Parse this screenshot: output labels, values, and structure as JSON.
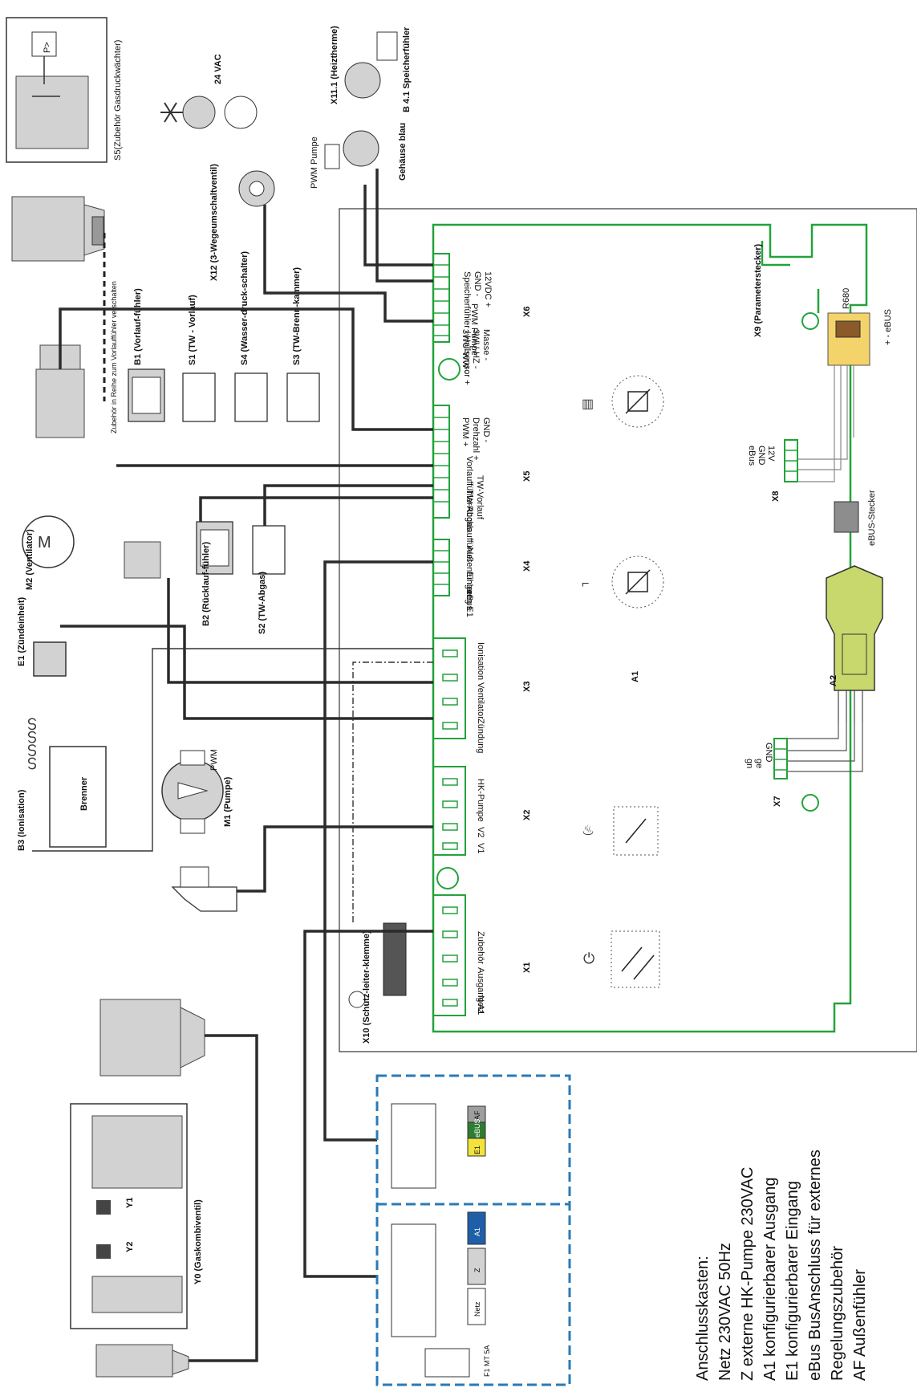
{
  "legend": {
    "title": "Anschlusskasten:",
    "lines": [
      "Netz   230VAC 50Hz",
      "Z  externe HK-Pumpe 230VAC",
      "A1  konfigurierbarer Ausgang",
      "E1  konfigurierbarer Eingang",
      "eBus  BusAnschluss für externes",
      "   Regelungszubehör",
      "AF   Außenfühler"
    ]
  },
  "components": {
    "s5": "S5(Zubehör Gasdruckwächter)",
    "s5_symbol": "P>",
    "valve24": "24 VAC",
    "x12": "X12  (3-Wegeumschaltventil)",
    "x11": "X11.1 (Heiztherme)",
    "b41": "B 4.1 Speicherfühler",
    "pwm_pump": "PWM Pumpe",
    "gehaeuse": "Gehäuse blau",
    "x9": "X9 (Parameterstecker)",
    "r680": "R680",
    "ebus_plug": "eBUS-Stecker",
    "ebus_pm": "+ -  eBUS",
    "b1": "B1 (Vorlauf-fühler)",
    "s1": "S1 (TW - Vorlauf)",
    "s4": "S4 (Wasser-druck-schalter)",
    "s3": "S3 (TW-Brenn-kammer)",
    "zubehoer": "Zubehör in Reihe zum Vorlauffühler verschalten",
    "m2": "M2 (Ventilator)",
    "e1": "E1 (Zündeinheit)",
    "b3": "B3 (Ionisation)",
    "brenner": "Brenner",
    "m1": "M1 (Pumpe)",
    "m1_pwm": "PWM",
    "b2": "B2 (Rücklauf-fühler)",
    "s2": "S2 (TW-Abgas)",
    "y0": "Y0 (Gaskombiventil)",
    "y1": "Y1",
    "y2": "Y2",
    "x10": "X10 (Schutz-leiter-klemme)",
    "a1": "A1",
    "a2": "A2",
    "f1": "F1 MT 5A"
  },
  "connectors": {
    "x6": "X6",
    "x6_pins": [
      "12VDC +",
      "GND -",
      "Speicherfühler / Hallsensor +",
      "PWM Pumpe",
      "Masse -",
      "3WU-HZ -",
      "3WU-WW -"
    ],
    "x5": "X5",
    "x5_pins": [
      "GND -",
      "Drehzahl +",
      "PWM +",
      "Vorlauffühler",
      "TW-Vorlauf",
      "TW-Abgas",
      "Rücklauffühler"
    ],
    "x4": "X4",
    "x4_pins": [
      "Außenfühler",
      "Eingang E1",
      "eBus"
    ],
    "x3": "X3",
    "x3_pins": [
      "Ionisation",
      "Ventilator",
      "Zündung"
    ],
    "x2": "X2",
    "x2_pins": [
      "HK-Pumpe",
      "V2",
      "V1"
    ],
    "x1": "X1",
    "x1_pins": [
      "Zubehör",
      "Ausgang A1",
      "Netz"
    ],
    "x8": "X8",
    "x8_pins": [
      "12V",
      "GND",
      "eBus"
    ],
    "x7": "X7",
    "x7_pins": [
      "GND",
      "ge",
      "gn"
    ]
  },
  "terminal_box": {
    "netz": "Netz",
    "z": "Z",
    "a1": "A1",
    "e1": "E1",
    "ebus": "eBUS",
    "af": "AF"
  },
  "wire_colors": {
    "dark": "#2b2b2b",
    "board_green": "#22a33a",
    "box_blue": "#2a7ab5",
    "a1_blue": "#1e5fa8",
    "ebus_green": "#2e7d32",
    "e1_yellow": "#f1e23c",
    "af_grey": "#9e9e9e",
    "component_grey": "#d2d2d2"
  }
}
